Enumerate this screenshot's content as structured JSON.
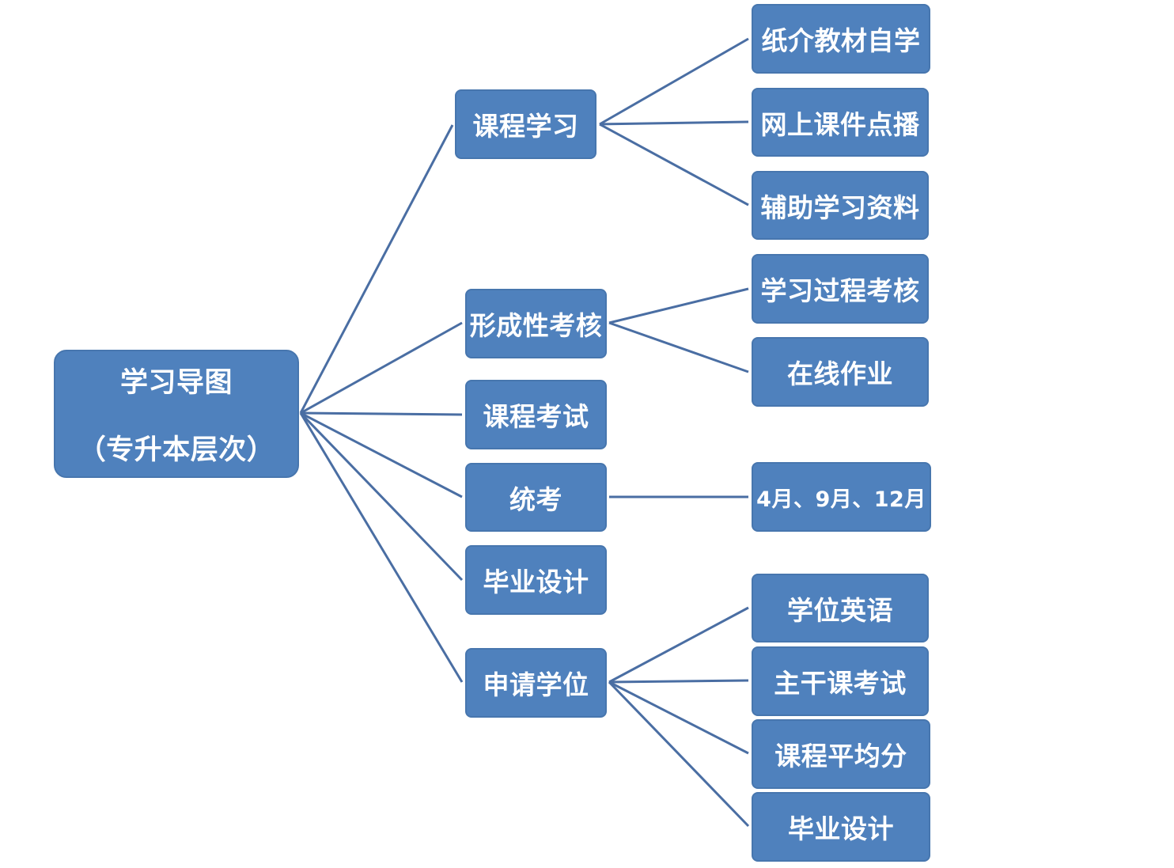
{
  "root": {
    "title": "学习导图",
    "subtitle": "（专升本层次）"
  },
  "branches": [
    {
      "label": "课程学习",
      "children": [
        "纸介教材自学",
        "网上课件点播",
        "辅助学习资料"
      ]
    },
    {
      "label": "形成性考核",
      "children": [
        "学习过程考核",
        "在线作业"
      ]
    },
    {
      "label": "课程考试",
      "children": []
    },
    {
      "label": "统考",
      "children": [
        "4月、9月、12月"
      ]
    },
    {
      "label": "毕业设计",
      "children": []
    },
    {
      "label": "申请学位",
      "children": [
        "学位英语",
        "主干课考试",
        "课程平均分",
        "毕业设计"
      ]
    }
  ],
  "colors": {
    "node_fill": "#4f81bd",
    "node_border": "#4776ae",
    "connector": "#4a6ea3",
    "text": "#ffffff"
  }
}
